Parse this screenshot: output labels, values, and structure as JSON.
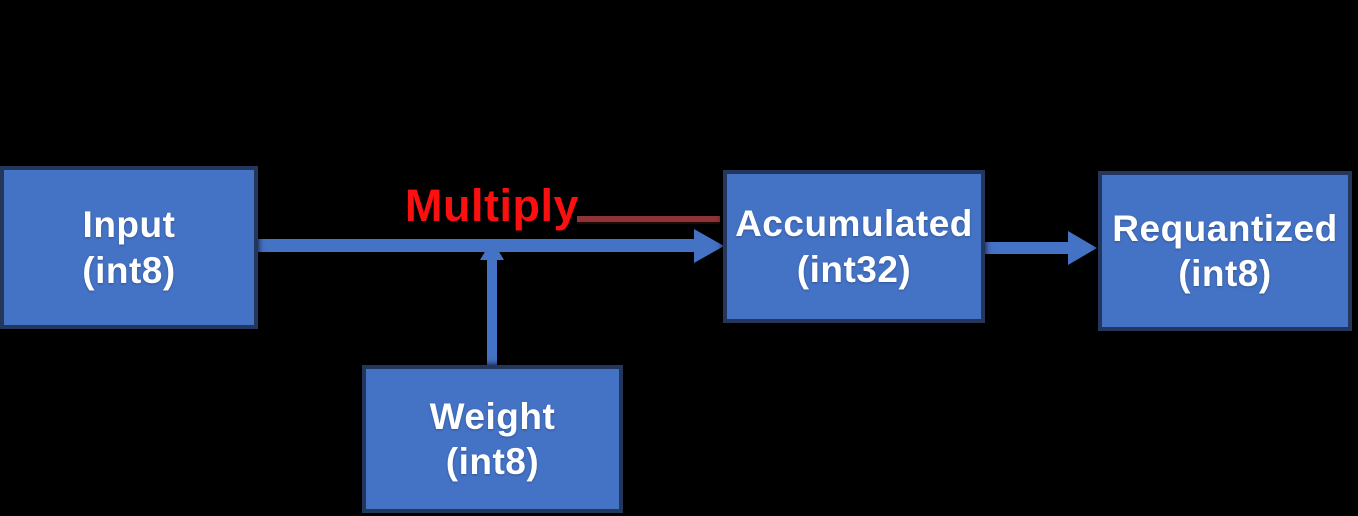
{
  "diagram": {
    "background_color": "#000000",
    "box_fill_color": "#4472C4",
    "box_border_color": "#24365C",
    "arrow_color": "#4472C4",
    "nodes": [
      {
        "id": "input",
        "title": "Input",
        "subtitle": "(int8)"
      },
      {
        "id": "weight",
        "title": "Weight",
        "subtitle": "(int8)"
      },
      {
        "id": "accumulated",
        "title": "Accumulated",
        "subtitle": "(int32)"
      },
      {
        "id": "requantized",
        "title": "Requantized",
        "subtitle": "(int8)"
      }
    ],
    "operation_label": {
      "text": "Multiply",
      "color": "#FB0F0F",
      "underline_color": "#8F3434"
    },
    "edges": [
      {
        "from": "input",
        "to": "accumulated",
        "label": "Multiply"
      },
      {
        "from": "weight",
        "to": "multiply-junction",
        "label": ""
      },
      {
        "from": "accumulated",
        "to": "requantized",
        "label": ""
      }
    ]
  }
}
